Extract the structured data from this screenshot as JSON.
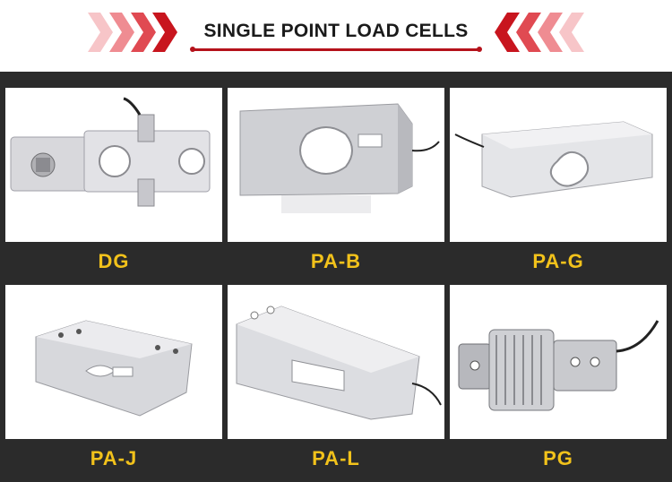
{
  "header": {
    "title": "SINGLE POINT LOAD CELLS"
  },
  "colors": {
    "accent": "#b5121b",
    "label": "#f2c21b",
    "background": "#2b2b2b"
  },
  "products": [
    {
      "label": "DG",
      "image": "dg-load-cell-image"
    },
    {
      "label": "PA-B",
      "image": "pa-b-load-cell-image"
    },
    {
      "label": "PA-G",
      "image": "pa-g-load-cell-image"
    },
    {
      "label": "PA-J",
      "image": "pa-j-load-cell-image"
    },
    {
      "label": "PA-L",
      "image": "pa-l-load-cell-image"
    },
    {
      "label": "PG",
      "image": "pg-load-cell-image"
    }
  ]
}
